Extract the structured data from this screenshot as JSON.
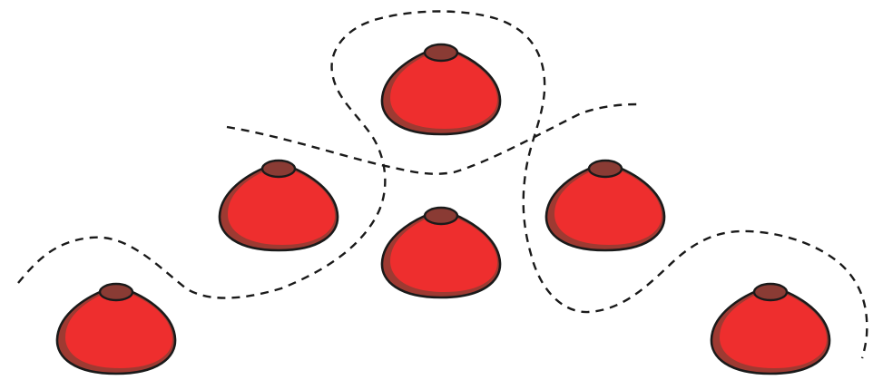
{
  "colors": {
    "background": "#ffffff",
    "cone_fill": "#ee2e2e",
    "cone_shadow": "#9e3a32",
    "cone_top": "#8a3b34",
    "outline": "#1a1a1a",
    "boundary_line": "#1a1a1a"
  },
  "objects": {
    "cones": [
      {
        "name": "cone-top-center"
      },
      {
        "name": "cone-left-middle"
      },
      {
        "name": "cone-center-middle"
      },
      {
        "name": "cone-right-middle"
      },
      {
        "name": "cone-bottom-left"
      },
      {
        "name": "cone-bottom-right"
      }
    ],
    "boundaries": [
      {
        "name": "dashed-boundary-loop"
      },
      {
        "name": "dashed-boundary-left"
      },
      {
        "name": "dashed-boundary-right"
      }
    ]
  }
}
